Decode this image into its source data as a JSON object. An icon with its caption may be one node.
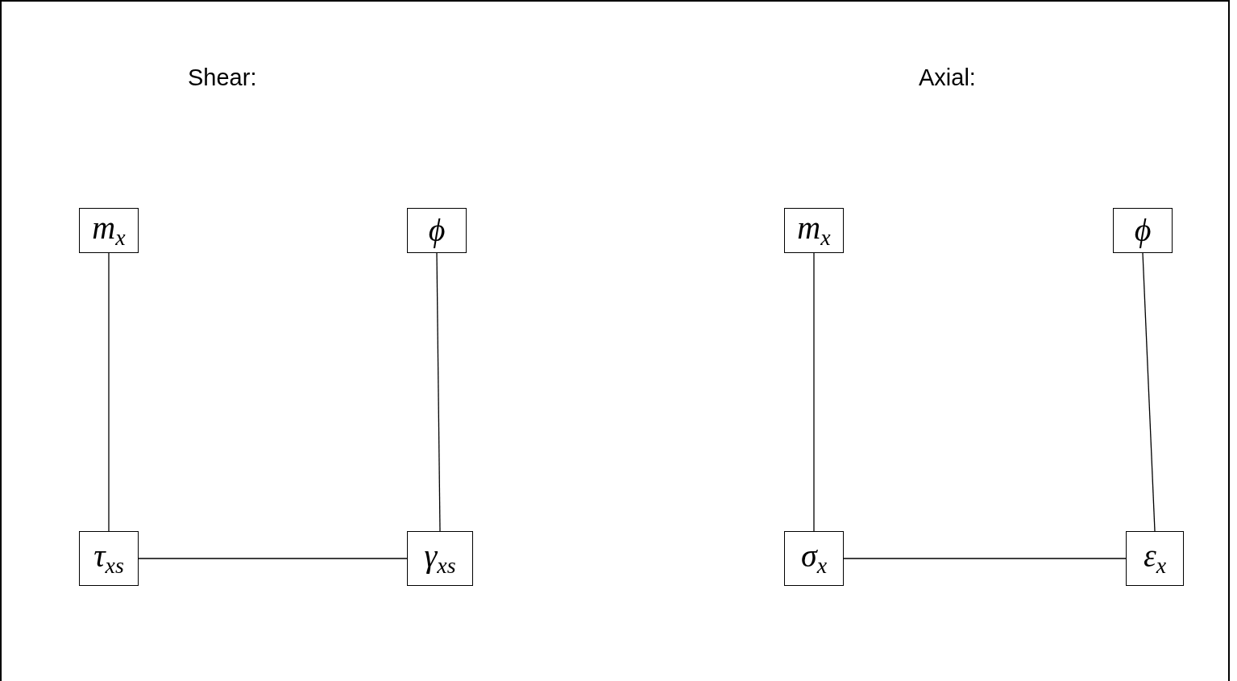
{
  "diagram": {
    "nodes": [
      {
        "text": [
          "m$_{x}$"
        ]
      },
      {
        "text": [
          "ϕ"
        ]
      },
      {
        "text": [
          "τ$_{xs}$"
        ]
      },
      {
        "text": [
          "γ$_{xs}$"
        ]
      },
      {
        "text": [
          "m$_{x}$"
        ]
      },
      {
        "text": [
          "ϕ"
        ]
      },
      {
        "text": [
          "σ$_{x}$"
        ]
      },
      {
        "text": [
          "ε$_{x}$"
        ]
      }
    ],
    "edges": [
      {
        "from": 0,
        "to": 2,
        "arrow": "none"
      },
      {
        "from": 1,
        "to": 3,
        "arrow": "none"
      },
      {
        "from": 2,
        "to": 3,
        "arrow": "none"
      },
      {
        "from": 4,
        "to": 6,
        "arrow": "none"
      },
      {
        "from": 5,
        "to": 7,
        "arrow": "none"
      },
      {
        "from": 6,
        "to": 7,
        "arrow": "none"
      }
    ],
    "labels": [
      "Shear:",
      "Axial:"
    ]
  }
}
